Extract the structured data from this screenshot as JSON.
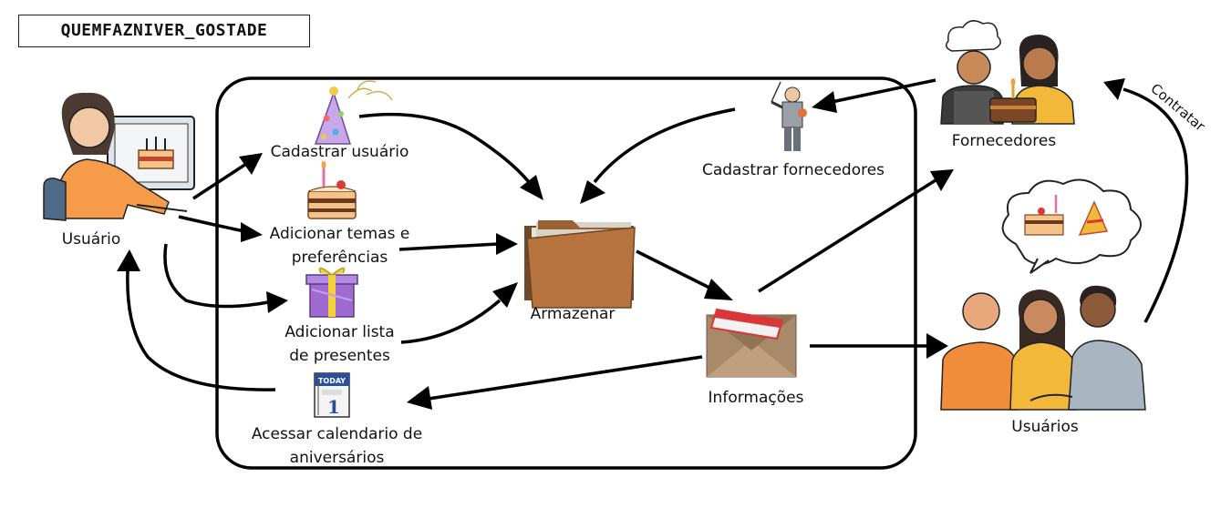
{
  "title": "QUEMFAZNIVER_GOSTADE",
  "nodes": {
    "usuario": "Usuário",
    "cadastrar_usuario": "Cadastrar usuário",
    "adicionar_temas_l1": "Adicionar temas e",
    "adicionar_temas_l2": "preferências",
    "adicionar_lista_l1": "Adicionar lista",
    "adicionar_lista_l2": "de presentes",
    "acessar_cal_l1": "Acessar calendario de",
    "acessar_cal_l2": "aniversários",
    "armazenar": "Armazenar",
    "cadastrar_fornecedores": "Cadastrar fornecedores",
    "informacoes": "Informações",
    "fornecedores": "Fornecedores",
    "usuarios": "Usuários"
  },
  "edges": {
    "contratar": "Contratar"
  },
  "icons": {
    "calendar_today": "TODAY",
    "calendar_day": "1"
  }
}
